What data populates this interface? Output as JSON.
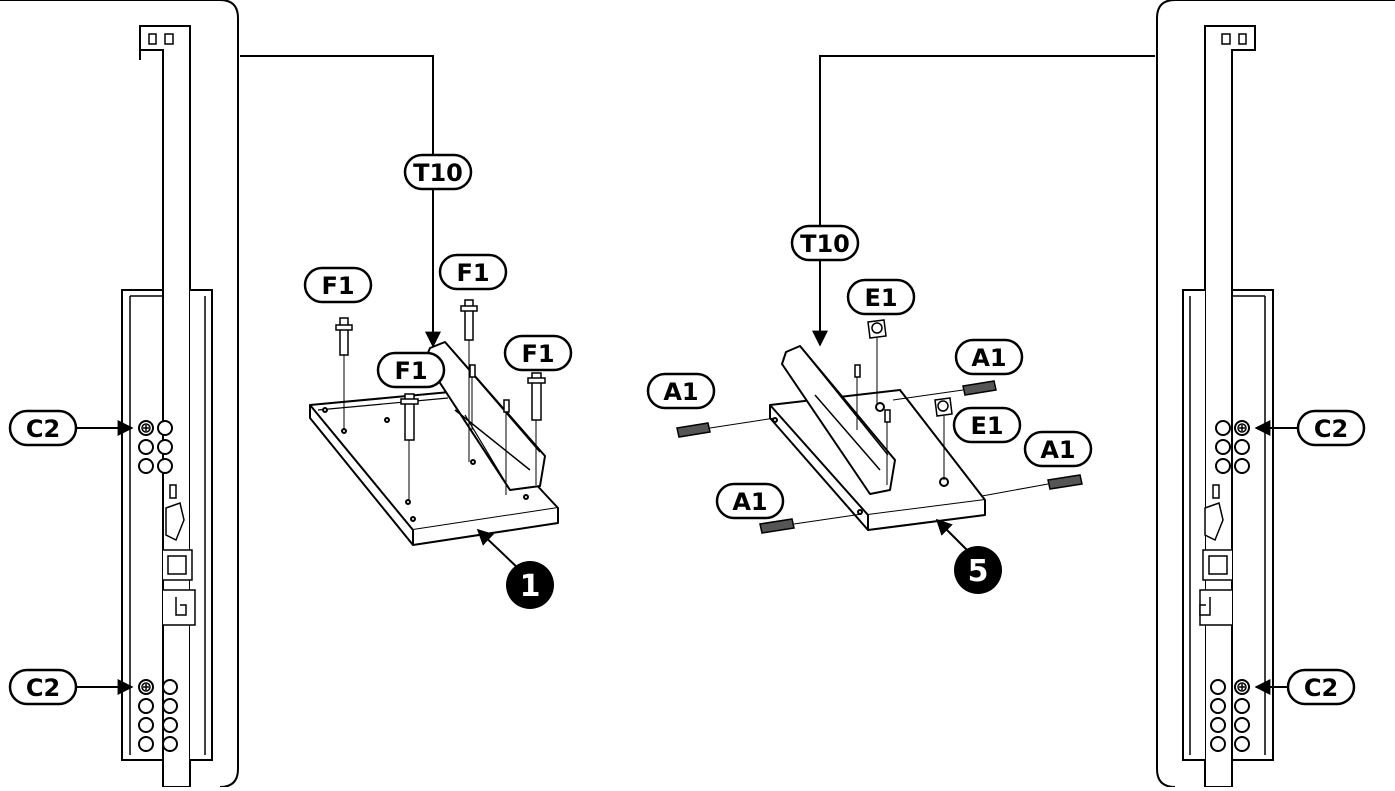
{
  "callouts": {
    "t10_left": "T10",
    "t10_right": "T10",
    "f1_a": "F1",
    "f1_b": "F1",
    "f1_c": "F1",
    "f1_d": "F1",
    "e1_top": "E1",
    "e1_side": "E1",
    "a1_upper_left": "A1",
    "a1_upper_right": "A1",
    "a1_lower_left": "A1",
    "a1_lower_right": "A1",
    "c2_left_top": "C2",
    "c2_left_bottom": "C2",
    "c2_right_top": "C2",
    "c2_right_bottom": "C2"
  },
  "steps": {
    "panel_left": "1",
    "panel_right": "5"
  },
  "colors": {
    "line": "#000000",
    "background": "#ffffff",
    "panel_face": "#ffffff",
    "step_badge": "#000000"
  }
}
